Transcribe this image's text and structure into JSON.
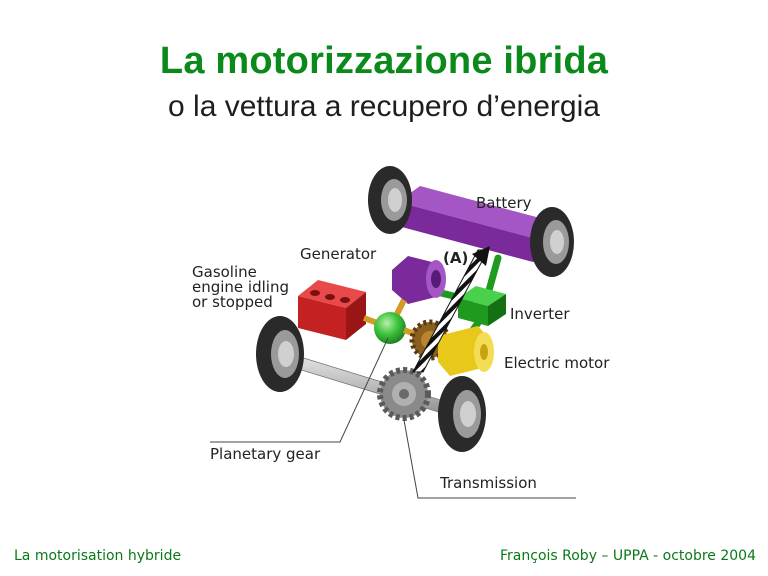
{
  "title": "La motorizzazione ibrida",
  "subtitle": "o la vettura a recupero d’energia",
  "diagram": {
    "labels": {
      "battery": "Battery",
      "generator": "Generator",
      "gasoline_line1": "Gasoline",
      "gasoline_line2": "engine idling",
      "gasoline_line3": "or stopped",
      "marker_a": "(A)",
      "inverter": "Inverter",
      "electric_motor": "Electric motor",
      "planetary_gear": "Planetary gear",
      "transmission": "Transmission"
    },
    "colors": {
      "battery": "#7a2a9a",
      "generator": "#7a2a9a",
      "engine": "#d42a2a",
      "inverter": "#1a9a1a",
      "planetary_gear": "#3ac03a",
      "electric_motor": "#e8c81a",
      "gear_teeth": "#8a6020",
      "transmission_gear": "#888888"
    }
  },
  "footer": {
    "left": "La motorisation hybride",
    "right": "François Roby – UPPA - octobre 2004"
  }
}
